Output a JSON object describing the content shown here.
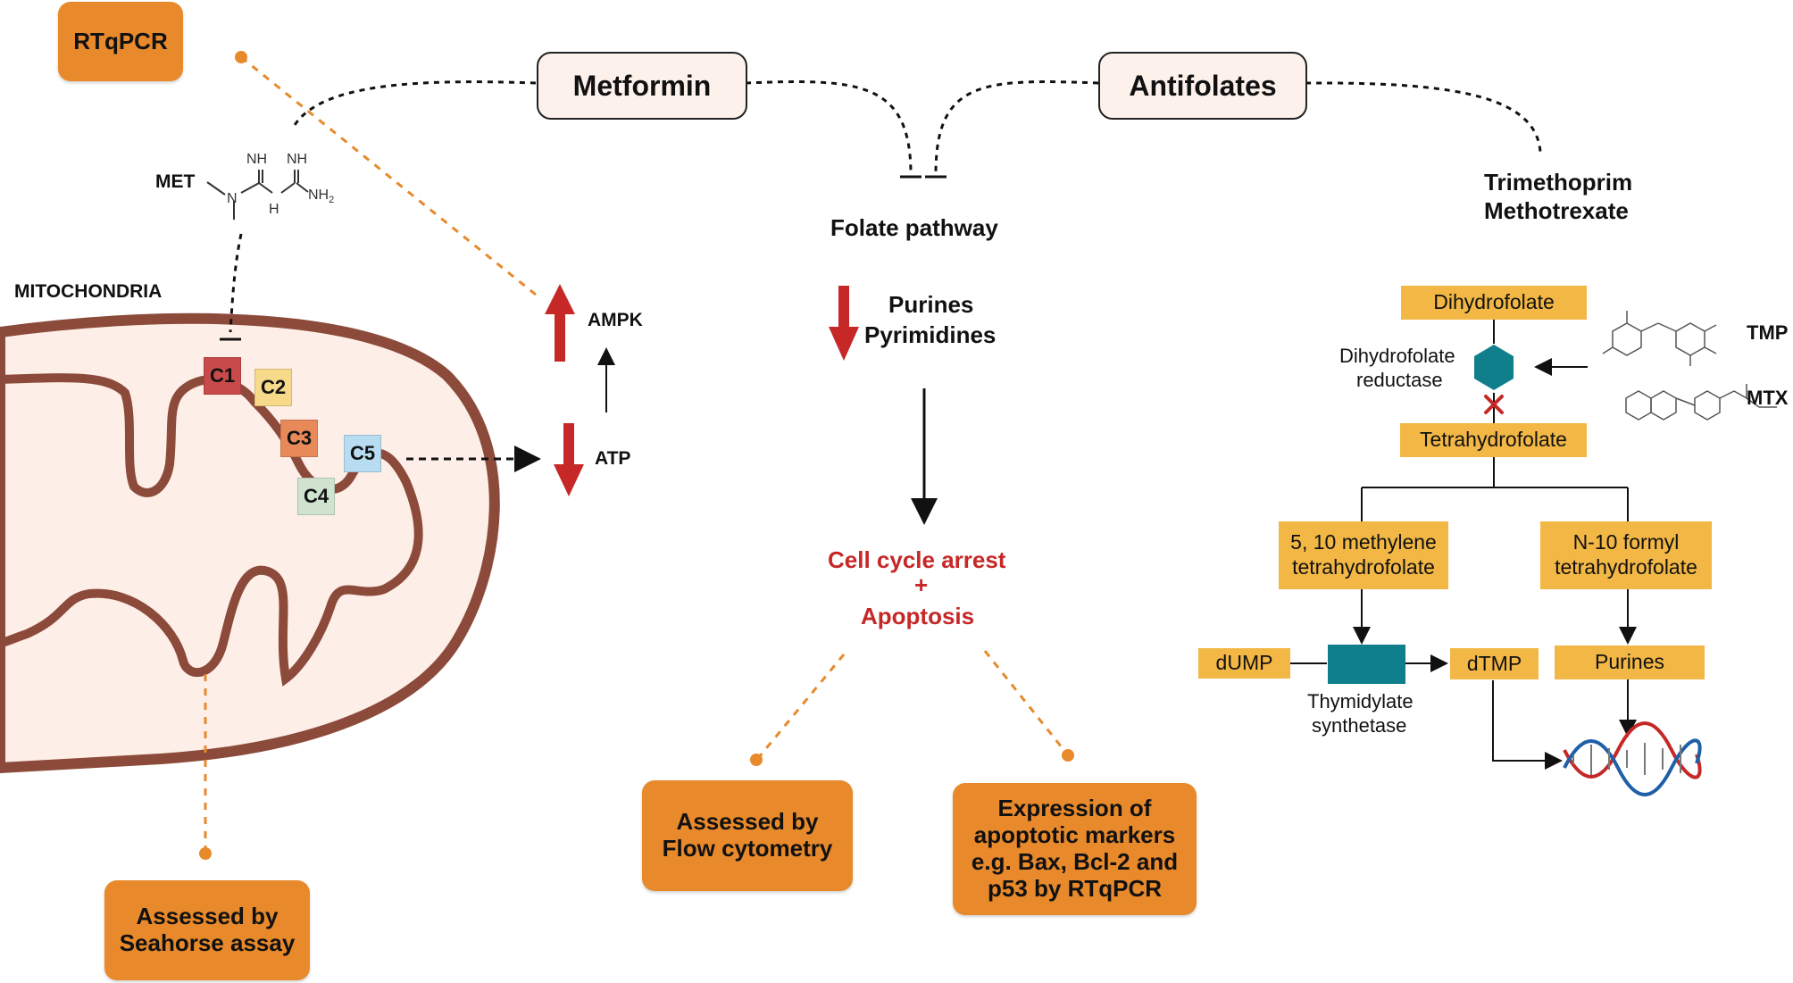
{
  "boxes": {
    "rtqpcr": "RTqPCR",
    "seahorse": "Assessed by\nSeahorse assay",
    "flow": "Assessed by\nFlow cytometry",
    "markers": "Expression of\napoptotic markers\ne.g. Bax, Bcl-2 and\np53 by RTqPCR"
  },
  "drugs": {
    "metformin": "Metformin",
    "antifolates": "Antifolates"
  },
  "left": {
    "met": "MET",
    "mito": "MITOCHONDRIA",
    "complexes": [
      "C1",
      "C2",
      "C3",
      "C4",
      "C5"
    ],
    "ampk": "AMPK",
    "atp": "ATP",
    "mol": {
      "nh1": "NH",
      "nh2": "NH",
      "n": "N",
      "h": "H",
      "nh2b": "NH",
      "sub": "2"
    }
  },
  "center": {
    "folate": "Folate pathway",
    "purines": "Purines",
    "pyrimidines": "Pyrimidines",
    "arrest": "Cell cycle arrest",
    "plus": "+",
    "apoptosis": "Apoptosis"
  },
  "right": {
    "trimethoprim": "Trimethoprim",
    "methotrexate": "Methotrexate",
    "dihydrofolate": "Dihydrofolate",
    "dhfr_line1": "Dihydrofolate",
    "dhfr_line2": "reductase",
    "tmp": "TMP",
    "mtx": "MTX",
    "tetrahydrofolate": "Tetrahydrofolate",
    "methylene": "5, 10 methylene\ntetrahydrofolate",
    "formyl": "N-10 formyl\ntetrahydrofolate",
    "dump": "dUMP",
    "dtmp": "dTMP",
    "purines": "Purines",
    "ts_line1": "Thymidylate",
    "ts_line2": "synthetase"
  },
  "colors": {
    "orange": "#e8892b",
    "yellow": "#f2b744",
    "red": "#c62828",
    "teal": "#0f7f8c",
    "mito": "#8b4a3a"
  }
}
